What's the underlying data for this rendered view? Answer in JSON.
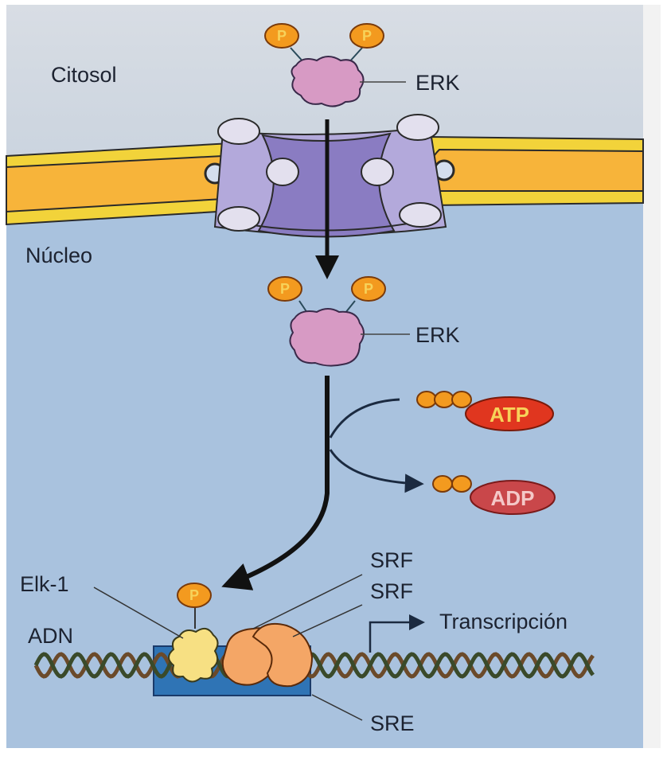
{
  "figure": {
    "title": "ERK signaling to the nucleus",
    "compartments": {
      "cytosol": "Citosol",
      "nucleus": "Núcleo"
    },
    "proteins": {
      "erk_cytosol": "ERK",
      "erk_nucleus": "ERK",
      "elk1": "Elk-1",
      "srf_1": "SRF",
      "srf_2": "SRF"
    },
    "phosphate": "P",
    "nucleotides": {
      "atp": "ATP",
      "adp": "ADP"
    },
    "dna": {
      "label": "ADN",
      "element": "SRE",
      "transcription": "Transcripción"
    },
    "colors": {
      "cytosol_bg": "#d3d9e2",
      "nucleus_bg": "#a9c2de",
      "membrane_outer": "#f2d33a",
      "membrane_inner": "#f7b43a",
      "pore": "#8a7cc2",
      "pore_light": "#b3a9db",
      "pore_subunit": "#e3e0ee",
      "erk": "#d79ac4",
      "phosphate": "#f39a1f",
      "atp": "#e0361f",
      "adp": "#c9474a",
      "elk1": "#f7e083",
      "srf": "#f4a666",
      "sre_box": "#2f74b5",
      "dna_strand": "#6b4a2a"
    }
  }
}
